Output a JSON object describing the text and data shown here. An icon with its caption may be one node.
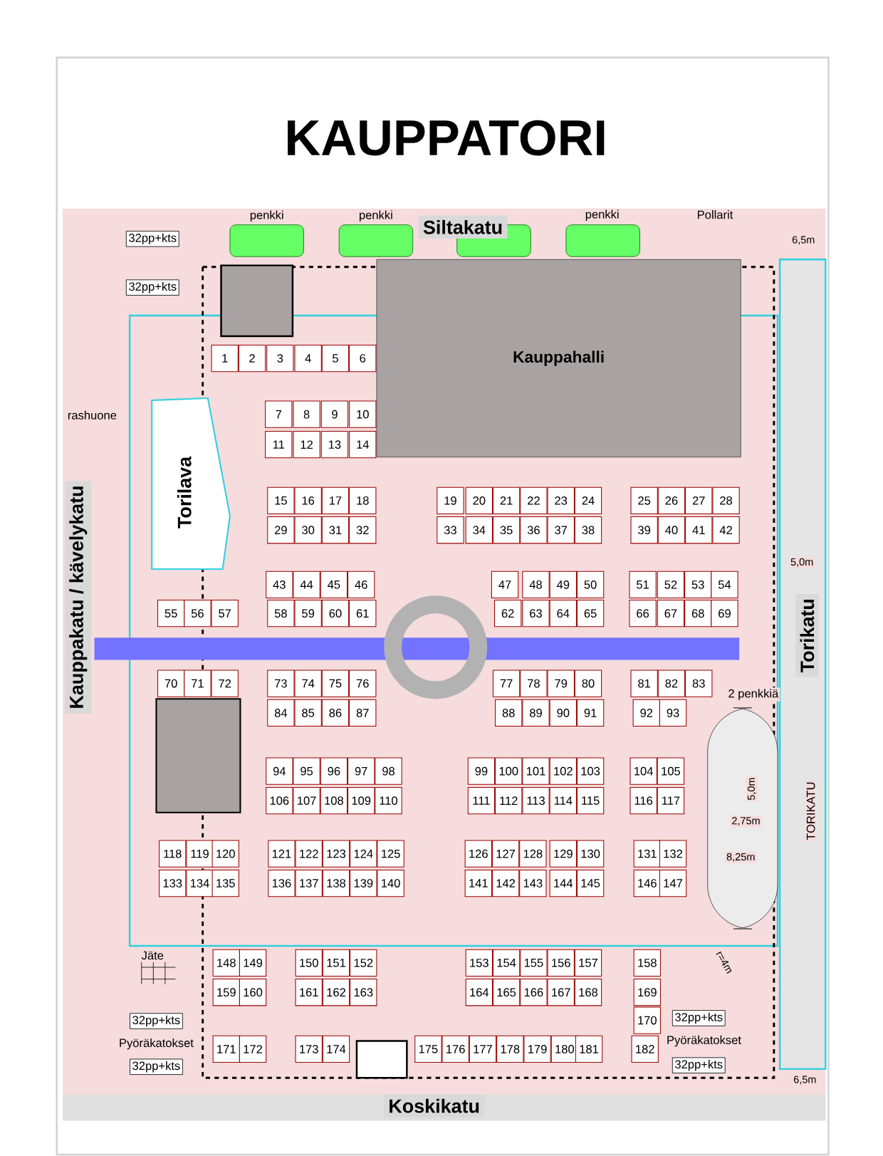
{
  "diagram": {
    "title": "KAUPPATORI",
    "nodes": [
      {
        "text": [
          "Kauppahalli"
        ]
      },
      {
        "text": [
          "Torilava"
        ]
      },
      {
        "text": [
          "1"
        ]
      },
      {
        "text": [
          "2"
        ]
      },
      {
        "text": [
          "3"
        ]
      },
      {
        "text": [
          "4"
        ]
      },
      {
        "text": [
          "5"
        ]
      },
      {
        "text": [
          "6"
        ]
      },
      {
        "text": [
          "7"
        ]
      },
      {
        "text": [
          "8"
        ]
      },
      {
        "text": [
          "9"
        ]
      },
      {
        "text": [
          "10"
        ]
      },
      {
        "text": [
          "11"
        ]
      },
      {
        "text": [
          "12"
        ]
      },
      {
        "text": [
          "13"
        ]
      },
      {
        "text": [
          "14"
        ]
      },
      {
        "text": [
          "15"
        ]
      },
      {
        "text": [
          "16"
        ]
      },
      {
        "text": [
          "17"
        ]
      },
      {
        "text": [
          "18"
        ]
      },
      {
        "text": [
          "19"
        ]
      },
      {
        "text": [
          "20"
        ]
      },
      {
        "text": [
          "21"
        ]
      },
      {
        "text": [
          "22"
        ]
      },
      {
        "text": [
          "23"
        ]
      },
      {
        "text": [
          "24"
        ]
      },
      {
        "text": [
          "25"
        ]
      },
      {
        "text": [
          "26"
        ]
      },
      {
        "text": [
          "27"
        ]
      },
      {
        "text": [
          "28"
        ]
      },
      {
        "text": [
          "29"
        ]
      },
      {
        "text": [
          "30"
        ]
      },
      {
        "text": [
          "31"
        ]
      },
      {
        "text": [
          "32"
        ]
      },
      {
        "text": [
          "33"
        ]
      },
      {
        "text": [
          "34"
        ]
      },
      {
        "text": [
          "35"
        ]
      },
      {
        "text": [
          "36"
        ]
      },
      {
        "text": [
          "37"
        ]
      },
      {
        "text": [
          "38"
        ]
      },
      {
        "text": [
          "39"
        ]
      },
      {
        "text": [
          "40"
        ]
      },
      {
        "text": [
          "41"
        ]
      },
      {
        "text": [
          "42"
        ]
      },
      {
        "text": [
          "43"
        ]
      },
      {
        "text": [
          "44"
        ]
      },
      {
        "text": [
          "45"
        ]
      },
      {
        "text": [
          "46"
        ]
      },
      {
        "text": [
          "47"
        ]
      },
      {
        "text": [
          "48"
        ]
      },
      {
        "text": [
          "49"
        ]
      },
      {
        "text": [
          "50"
        ]
      },
      {
        "text": [
          "51"
        ]
      },
      {
        "text": [
          "52"
        ]
      },
      {
        "text": [
          "53"
        ]
      },
      {
        "text": [
          "54"
        ]
      },
      {
        "text": [
          "55"
        ]
      },
      {
        "text": [
          "56"
        ]
      },
      {
        "text": [
          "57"
        ]
      },
      {
        "text": [
          "58"
        ]
      },
      {
        "text": [
          "59"
        ]
      },
      {
        "text": [
          "60"
        ]
      },
      {
        "text": [
          "61"
        ]
      },
      {
        "text": [
          "62"
        ]
      },
      {
        "text": [
          "63"
        ]
      },
      {
        "text": [
          "64"
        ]
      },
      {
        "text": [
          "65"
        ]
      },
      {
        "text": [
          "66"
        ]
      },
      {
        "text": [
          "67"
        ]
      },
      {
        "text": [
          "68"
        ]
      },
      {
        "text": [
          "69"
        ]
      },
      {
        "text": [
          "70"
        ]
      },
      {
        "text": [
          "71"
        ]
      },
      {
        "text": [
          "72"
        ]
      },
      {
        "text": [
          "73"
        ]
      },
      {
        "text": [
          "74"
        ]
      },
      {
        "text": [
          "75"
        ]
      },
      {
        "text": [
          "76"
        ]
      },
      {
        "text": [
          "77"
        ]
      },
      {
        "text": [
          "78"
        ]
      },
      {
        "text": [
          "79"
        ]
      },
      {
        "text": [
          "80"
        ]
      },
      {
        "text": [
          "81"
        ]
      },
      {
        "text": [
          "82"
        ]
      },
      {
        "text": [
          "83"
        ]
      },
      {
        "text": [
          "84"
        ]
      },
      {
        "text": [
          "85"
        ]
      },
      {
        "text": [
          "86"
        ]
      },
      {
        "text": [
          "87"
        ]
      },
      {
        "text": [
          "88"
        ]
      },
      {
        "text": [
          "89"
        ]
      },
      {
        "text": [
          "90"
        ]
      },
      {
        "text": [
          "91"
        ]
      },
      {
        "text": [
          "92"
        ]
      },
      {
        "text": [
          "93"
        ]
      },
      {
        "text": [
          "94"
        ]
      },
      {
        "text": [
          "95"
        ]
      },
      {
        "text": [
          "96"
        ]
      },
      {
        "text": [
          "97"
        ]
      },
      {
        "text": [
          "98"
        ]
      },
      {
        "text": [
          "99"
        ]
      },
      {
        "text": [
          "100"
        ]
      },
      {
        "text": [
          "101"
        ]
      },
      {
        "text": [
          "102"
        ]
      },
      {
        "text": [
          "103"
        ]
      },
      {
        "text": [
          "104"
        ]
      },
      {
        "text": [
          "105"
        ]
      },
      {
        "text": [
          "106"
        ]
      },
      {
        "text": [
          "107"
        ]
      },
      {
        "text": [
          "108"
        ]
      },
      {
        "text": [
          "109"
        ]
      },
      {
        "text": [
          "110"
        ]
      },
      {
        "text": [
          "111"
        ]
      },
      {
        "text": [
          "112"
        ]
      },
      {
        "text": [
          "113"
        ]
      },
      {
        "text": [
          "114"
        ]
      },
      {
        "text": [
          "115"
        ]
      },
      {
        "text": [
          "116"
        ]
      },
      {
        "text": [
          "117"
        ]
      },
      {
        "text": [
          "118"
        ]
      },
      {
        "text": [
          "119"
        ]
      },
      {
        "text": [
          "120"
        ]
      },
      {
        "text": [
          "121"
        ]
      },
      {
        "text": [
          "122"
        ]
      },
      {
        "text": [
          "123"
        ]
      },
      {
        "text": [
          "124"
        ]
      },
      {
        "text": [
          "125"
        ]
      },
      {
        "text": [
          "126"
        ]
      },
      {
        "text": [
          "127"
        ]
      },
      {
        "text": [
          "128"
        ]
      },
      {
        "text": [
          "129"
        ]
      },
      {
        "text": [
          "130"
        ]
      },
      {
        "text": [
          "131"
        ]
      },
      {
        "text": [
          "132"
        ]
      },
      {
        "text": [
          "133"
        ]
      },
      {
        "text": [
          "134"
        ]
      },
      {
        "text": [
          "135"
        ]
      },
      {
        "text": [
          "136"
        ]
      },
      {
        "text": [
          "137"
        ]
      },
      {
        "text": [
          "138"
        ]
      },
      {
        "text": [
          "139"
        ]
      },
      {
        "text": [
          "140"
        ]
      },
      {
        "text": [
          "141"
        ]
      },
      {
        "text": [
          "142"
        ]
      },
      {
        "text": [
          "143"
        ]
      },
      {
        "text": [
          "144"
        ]
      },
      {
        "text": [
          "145"
        ]
      },
      {
        "text": [
          "146"
        ]
      },
      {
        "text": [
          "147"
        ]
      },
      {
        "text": [
          "148"
        ]
      },
      {
        "text": [
          "149"
        ]
      },
      {
        "text": [
          "150"
        ]
      },
      {
        "text": [
          "151"
        ]
      },
      {
        "text": [
          "152"
        ]
      },
      {
        "text": [
          "153"
        ]
      },
      {
        "text": [
          "154"
        ]
      },
      {
        "text": [
          "155"
        ]
      },
      {
        "text": [
          "156"
        ]
      },
      {
        "text": [
          "157"
        ]
      },
      {
        "text": [
          "158"
        ]
      },
      {
        "text": [
          "159"
        ]
      },
      {
        "text": [
          "160"
        ]
      },
      {
        "text": [
          "161"
        ]
      },
      {
        "text": [
          "162"
        ]
      },
      {
        "text": [
          "163"
        ]
      },
      {
        "text": [
          "164"
        ]
      },
      {
        "text": [
          "165"
        ]
      },
      {
        "text": [
          "166"
        ]
      },
      {
        "text": [
          "167"
        ]
      },
      {
        "text": [
          "168"
        ]
      },
      {
        "text": [
          "169"
        ]
      },
      {
        "text": [
          "170"
        ]
      },
      {
        "text": [
          "171"
        ]
      },
      {
        "text": [
          "172"
        ]
      },
      {
        "text": [
          "173"
        ]
      },
      {
        "text": [
          "174"
        ]
      },
      {
        "text": [
          "175"
        ]
      },
      {
        "text": [
          "176"
        ]
      },
      {
        "text": [
          "177"
        ]
      },
      {
        "text": [
          "178"
        ]
      },
      {
        "text": [
          "179"
        ]
      },
      {
        "text": [
          "180"
        ]
      },
      {
        "text": [
          "181"
        ]
      },
      {
        "text": [
          "182"
        ]
      }
    ],
    "labels": [
      "penkki",
      "penkki",
      "Siltakatu",
      "penkki",
      "Pollarit",
      "32pp+kts",
      "6,5m",
      "32pp+kts",
      "rashuone",
      "Kauppakatu / kävelykatu",
      "5,0m",
      "Torikatu",
      "2 penkkiä",
      "5,0m",
      "TORIKATU",
      "2,75m",
      "8,25m",
      "Jäte",
      "r=4m",
      "32pp+kts",
      "32pp+kts",
      "Pyöräkatokset",
      "Pyöräkatokset",
      "32pp+kts",
      "32pp+kts",
      "6,5m",
      "Koskikatu"
    ]
  }
}
